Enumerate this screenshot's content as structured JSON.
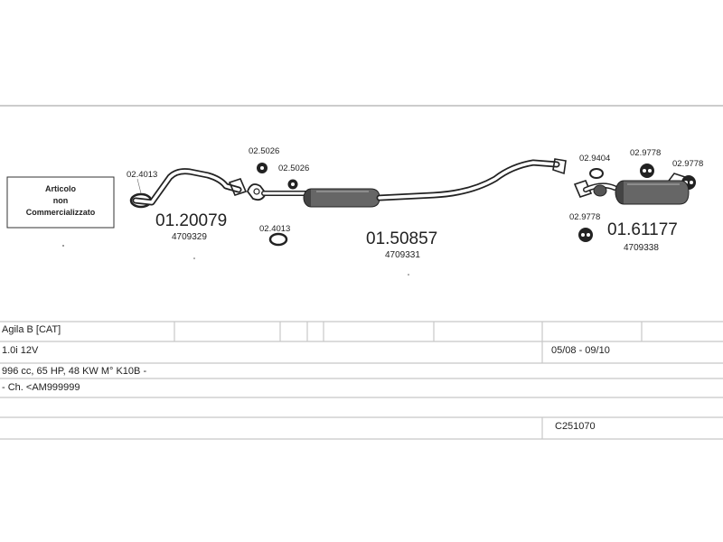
{
  "disclaimer_box": {
    "line1": "Articolo",
    "line2": "non",
    "line3": "Commercializzato"
  },
  "parts": {
    "part_left_gasket": "02.4013",
    "part_front_pipe": "01.20079",
    "part_front_pipe_oem": "4709329",
    "part_mount_a": "02.5026",
    "part_mount_b": "02.5026",
    "part_mid_gasket": "02.4013",
    "part_center_silencer": "01.50857",
    "part_center_silencer_oem": "4709331",
    "part_clamp": "02.9404",
    "part_rear_mount_a": "02.9778",
    "part_rear_mount_b": "02.9778",
    "part_rear_mount_c": "02.9778",
    "part_rear_silencer": "01.61177",
    "part_rear_silencer_oem": "4709338"
  },
  "vehicle": {
    "model": "Agila B  [CAT]",
    "engine": "1.0i 12V",
    "years": "05/08 - 09/10",
    "specs": "996 cc, 65 HP, 48 KW M° K10B -",
    "chassis": "- Ch. <AM999999",
    "catalog_code": "C251070"
  }
}
